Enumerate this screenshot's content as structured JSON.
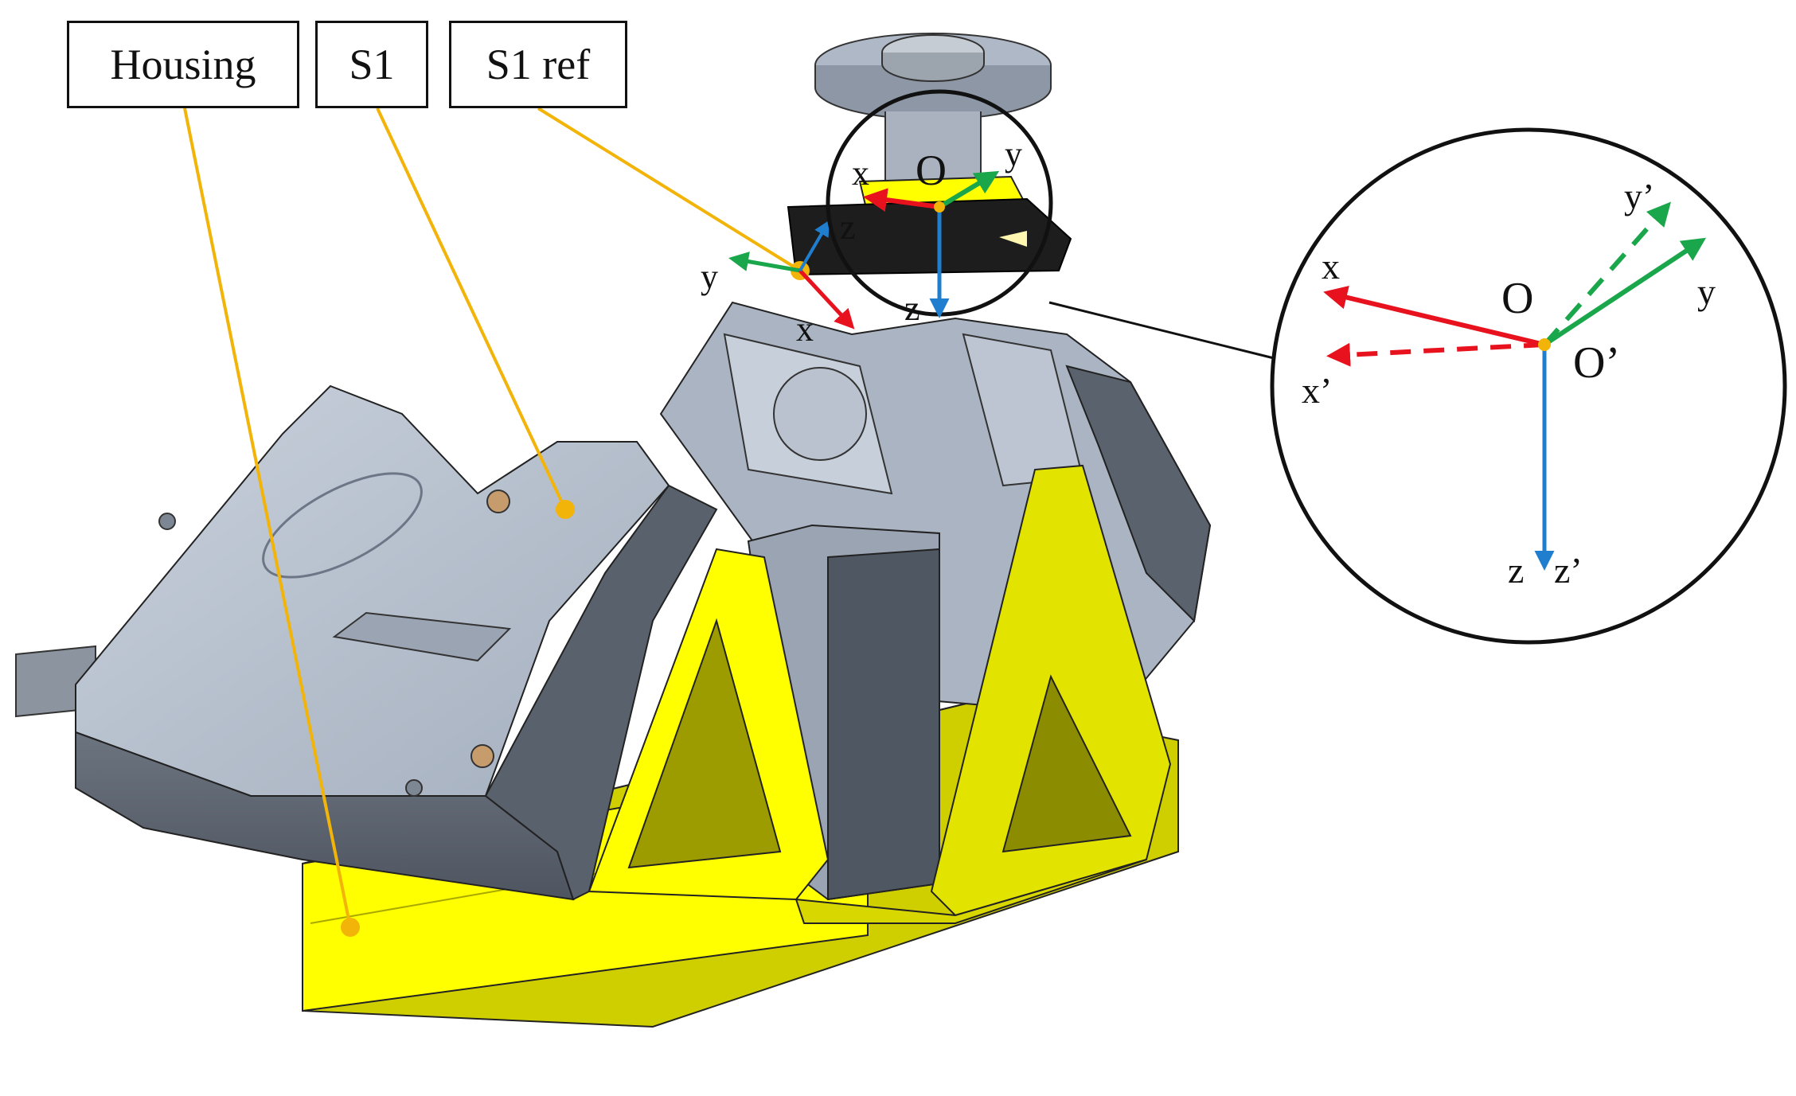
{
  "callouts": {
    "housing": "Housing",
    "s1": "S1",
    "s1_ref": "S1 ref"
  },
  "scene_axes": {
    "top_x": "x",
    "top_y": "y",
    "top_origin": "O",
    "top_z": "z",
    "base_x": "x",
    "base_y": "y",
    "base_z": "z"
  },
  "zoom_axes": {
    "x": "x",
    "x_prime": "x’",
    "y": "y",
    "y_prime": "y’",
    "z": "z",
    "z_prime": "z’",
    "origin": "O",
    "origin_prime": "O’"
  },
  "colors": {
    "x_axis": "#e8121e",
    "y_axis": "#1aa64a",
    "z_axis": "#1f7fce",
    "leader": "#f2b409",
    "bracket_yellow": "#ffff00",
    "housing_yellow": "#e6e600",
    "sensor_grey": "#b7c1cf",
    "sensor_dark": "#5f6773",
    "mount_black": "#1d1d1d"
  },
  "icons": [
    "leader-dot",
    "axis-arrow"
  ]
}
